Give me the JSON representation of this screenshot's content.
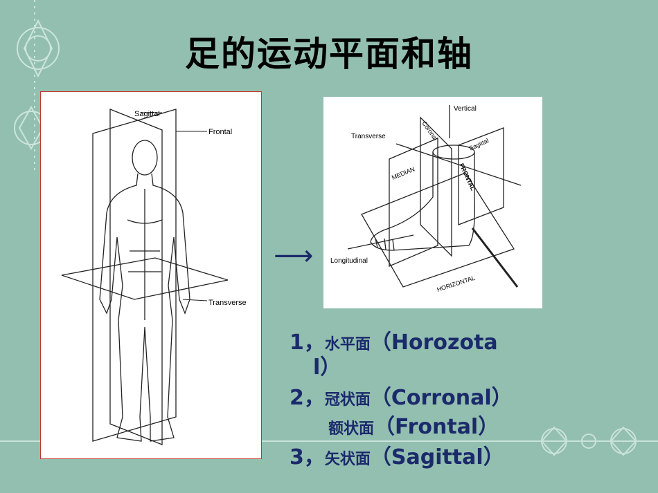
{
  "title": "足的运动平面和轴",
  "arrow": "⟶",
  "body_figure": {
    "labels": {
      "sagittal": "Sagittal",
      "frontal": "Frontal",
      "transverse": "Transverse"
    }
  },
  "foot_figure": {
    "labels": {
      "vertical": "Vertical",
      "transverse": "Transverse",
      "coronal": "Coronal",
      "sagittal": "Sagittal",
      "median": "MEDIAN",
      "frontal": "FRONTAL",
      "longitudinal": "Longitudinal",
      "horizontal": "HORIZONTAL"
    }
  },
  "list": {
    "item1": {
      "num": "1，",
      "cn": "水平面",
      "en_line1": "（Horozota",
      "en_line2": "l）"
    },
    "item2": {
      "num": "2，",
      "cn": "冠状面",
      "en": "（Corronal）"
    },
    "item2b": {
      "cn": "额状面",
      "en": "（Frontal）"
    },
    "item3": {
      "num": "3，",
      "cn": "矢状面",
      "en": "（Sagittal）"
    }
  },
  "colors": {
    "background": "#93bfb0",
    "list_text": "#1b2a6b",
    "frame_border": "#c0392b"
  }
}
